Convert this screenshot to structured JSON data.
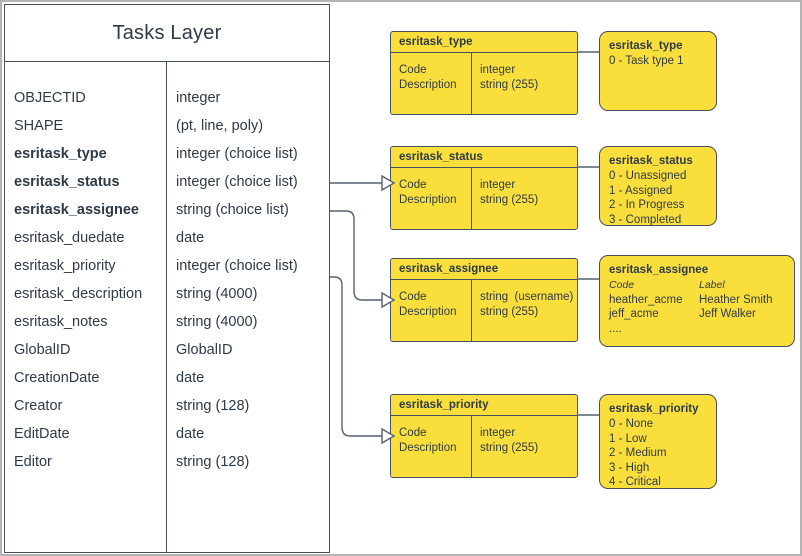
{
  "diagram": {
    "title": "Tasks Layer",
    "colors": {
      "domain_yellow": "#fadf3c",
      "border_dark": "#46505e",
      "text": "#2f3a47",
      "frame": "#b3b3b3"
    }
  },
  "entity": {
    "title": "Tasks Layer",
    "fields": [
      {
        "name": "OBJECTID",
        "type": "integer",
        "bold": false
      },
      {
        "name": "SHAPE",
        "type": "(pt, line, poly)",
        "bold": false
      },
      {
        "name": "esritask_type",
        "type": "integer (choice list)",
        "bold": true
      },
      {
        "name": "esritask_status",
        "type": "integer (choice list)",
        "bold": true
      },
      {
        "name": "esritask_assignee",
        "type": "string (choice list)",
        "bold": true
      },
      {
        "name": "esritask_duedate",
        "type": "date",
        "bold": false
      },
      {
        "name": "esritask_priority",
        "type": "integer (choice list)",
        "bold": false
      },
      {
        "name": "esritask_description",
        "type": "string (4000)",
        "bold": false
      },
      {
        "name": "esritask_notes",
        "type": "string (4000)",
        "bold": false
      },
      {
        "name": "GlobalID",
        "type": "GlobalID",
        "bold": false
      },
      {
        "name": "CreationDate",
        "type": "date",
        "bold": false
      },
      {
        "name": "Creator",
        "type": "string (128)",
        "bold": false
      },
      {
        "name": "EditDate",
        "type": "date",
        "bold": false
      },
      {
        "name": "Editor",
        "type": "string (128)",
        "bold": false
      }
    ]
  },
  "domain_tables": [
    {
      "header": "esritask_type",
      "rows": [
        {
          "field": "Code",
          "type": "integer"
        },
        {
          "field": "Description",
          "type": "string (255)"
        }
      ]
    },
    {
      "header": "esritask_status",
      "rows": [
        {
          "field": "Code",
          "type": "integer"
        },
        {
          "field": "Description",
          "type": "string (255)"
        }
      ]
    },
    {
      "header": "esritask_assignee",
      "rows": [
        {
          "field": "Code",
          "type": "string  (username)"
        },
        {
          "field": "Description",
          "type": "string (255)"
        }
      ]
    },
    {
      "header": "esritask_priority",
      "rows": [
        {
          "field": "Code",
          "type": "integer"
        },
        {
          "field": "Description",
          "type": "string (255)"
        }
      ]
    }
  ],
  "value_boxes": {
    "type": {
      "title": "esritask_type",
      "values": [
        "0 - Task type 1"
      ]
    },
    "status": {
      "title": "esritask_status",
      "values": [
        "0 - Unassigned",
        "1 - Assigned",
        "2 - In Progress",
        "3 - Completed"
      ]
    },
    "assignee": {
      "title": "esritask_assignee",
      "col_headers": {
        "code": "Code",
        "label": "Label"
      },
      "rows": [
        {
          "code": "heather_acme",
          "label": "Heather Smith"
        },
        {
          "code": "jeff_acme",
          "label": "Jeff Walker"
        },
        {
          "code": "....",
          "label": ""
        }
      ]
    },
    "priority": {
      "title": "esritask_priority",
      "values": [
        "0 - None",
        "1 - Low",
        "2 - Medium",
        "3 - High",
        "4 - Critical"
      ]
    }
  }
}
